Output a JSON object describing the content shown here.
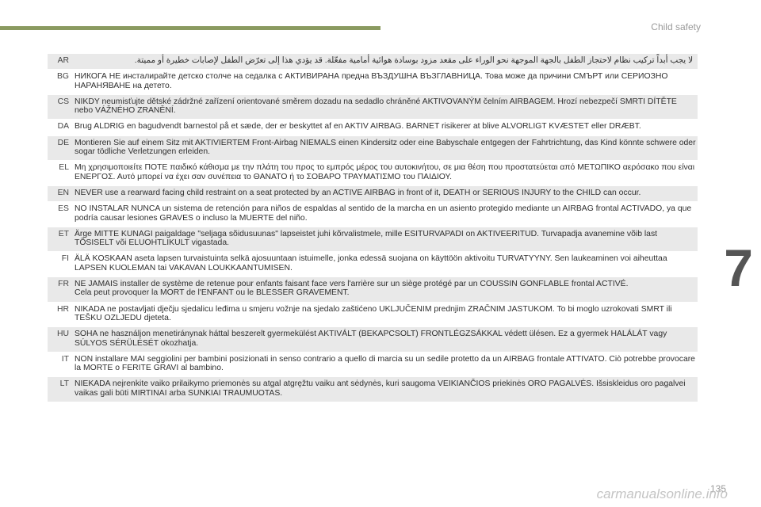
{
  "header": {
    "section_title": "Child safety"
  },
  "chapter": {
    "number": "7"
  },
  "footer": {
    "page_number": "135",
    "watermark": "carmanualsonline.info"
  },
  "warnings": [
    {
      "code": "AR",
      "text": "لا يجب أبداً تركيب نظام لاحتجاز الطفل بالجهة الموجهة نحو الوراء على مقعد مزود بوسادة هوائية أمامية مفعّلة. قد يؤدي هذا إلى تعرّض الطفل لإصابات خطيرة أو مميتة."
    },
    {
      "code": "BG",
      "text": "НИКОГА НЕ инсталирайте детско столче на седалка с АКТИВИРАНА предна ВЪЗДУШНА ВЪЗГЛАВНИЦА. Това може да причини СМЪРТ или СЕРИОЗНО НАРАНЯВАНЕ на детето."
    },
    {
      "code": "CS",
      "text": "NIKDY neumisťujte dětské zádržné zařízení orientované směrem dozadu na sedadlo chráněné AKTIVOVANÝM čelním AIRBAGEM. Hrozí nebezpečí SMRTI DÍTĚTE nebo VÁŽNÉHO ZRANĚNÍ."
    },
    {
      "code": "DA",
      "text": "Brug ALDRIG  en bagudvendt barnestol på et sæde, der er beskyttet af en AKTIV AIRBAG. BARNET risikerer at blive ALVORLIGT KVÆSTET eller DRÆBT."
    },
    {
      "code": "DE",
      "text": "Montieren Sie auf einem Sitz mit AKTIVIERTEM Front-Airbag NIEMALS einen Kindersitz oder eine Babyschale entgegen der Fahrtrichtung, das Kind könnte schwere oder sogar tödliche Verletzungen erleiden."
    },
    {
      "code": "EL",
      "text": "Μη χρησιμοποιείτε ΠΟΤΕ παιδικό κάθισμα με την πλάτη του προς το εμπρός μέρος του αυτοκινήτου, σε μια θέση που προστατεύεται από ΜΕΤΩΠΙΚΟ αερόσακο που είναι ΕΝΕΡΓΟΣ. Αυτό μπορεί να έχει σαν συνέπεια το ΘΑΝΑΤΟ ή το ΣΟΒΑΡΟ ΤΡΑΥΜΑΤΙΣΜΟ του ΠΑΙΔΙΟΥ."
    },
    {
      "code": "EN",
      "text": "NEVER use a rearward facing child restraint on a seat protected by an ACTIVE AIRBAG in front of it, DEATH or SERIOUS INJURY to the CHILD can occur."
    },
    {
      "code": "ES",
      "text": "NO INSTALAR NUNCA un sistema de retención para niños de espaldas al sentido de la marcha en un asiento protegido mediante un AIRBAG frontal ACTIVADO, ya que podría causar lesiones GRAVES o incluso la MUERTE del niño."
    },
    {
      "code": "ET",
      "text": "Ärge MITTE KUNAGI paigaldage \"seljaga sõidusuunas\" lapseistet juhi kõrvalistmele, mille ESITURVAPADI on AKTIVEERITUD. Turvapadja avanemine võib last TÕSISELT või ELUOHTLIKULT vigastada."
    },
    {
      "code": "FI",
      "text": "ÄLÄ KOSKAAN aseta lapsen turvaistuinta selkä ajosuuntaan istuimelle, jonka edessä suojana on käyttöön aktivoitu TURVATYYNY. Sen laukeaminen voi aiheuttaa LAPSEN KUOLEMAN tai VAKAVAN LOUKKAANTUMISEN."
    },
    {
      "code": "FR",
      "text": "NE JAMAIS installer de système de retenue pour enfants faisant face vers l'arrière sur un siège protégé par un COUSSIN GONFLABLE frontal ACTIVÉ.\nCela peut provoquer la MORT de l'ENFANT ou le BLESSER GRAVEMENT."
    },
    {
      "code": "HR",
      "text": "NIKADA ne postavljati dječju sjedalicu leđima u smjeru vožnje na sjedalo zaštićeno UKLJUČENIM prednjim ZRAČNIM JASTUKOM. To bi moglo uzrokovati SMRT ili TEŠKU OZLJEDU djeteta."
    },
    {
      "code": "HU",
      "text": "SOHA ne használjon menetiránynak háttal beszerelt gyermekülést AKTIVÁLT (BEKAPCSOLT) FRONTLÉGZSÁKKAL védett ülésen. Ez a gyermek HALÁLÁT vagy SÚLYOS SÉRÜLÉSÉT okozhatja."
    },
    {
      "code": "IT",
      "text": "NON installare MAI seggiolini per bambini posizionati in senso contrario a quello di marcia su un sedile protetto da un AIRBAG frontale ATTIVATO. Ciò potrebbe provocare la MORTE o FERITE GRAVI al bambino."
    },
    {
      "code": "LT",
      "text": "NIEKADA neįrenkite vaiko prilaikymo priemonės su atgal atgręžtu vaiku ant sėdynės, kuri saugoma VEIKIANČIOS priekinės ORO PAGALVĖS. Išsiskleidus oro pagalvei vaikas gali būti MIRTINAI arba SUNKIAI TRAUMUOTAS."
    }
  ]
}
